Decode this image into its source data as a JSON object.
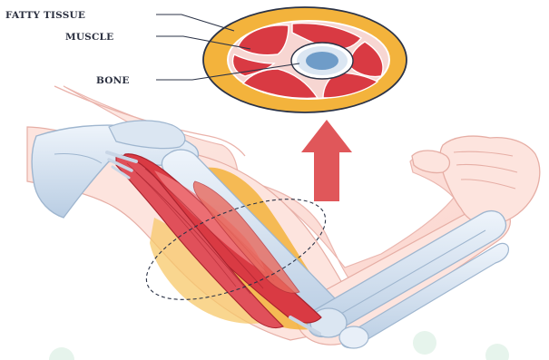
{
  "labels": {
    "fatty_tissue": "FATTY TISSUE",
    "muscle": "MUSCLE",
    "bone": "BONE"
  },
  "colors": {
    "fat": "#f3b33c",
    "muscle": "#d93a43",
    "muscle_light": "#f2a3a0",
    "bone": "#dbe6f2",
    "marrow": "#6f9cc8",
    "skin": "#fde2dc",
    "skin_outline": "#eab3ab",
    "arrow": "#e0575a",
    "outline": "#2b3347",
    "watermark": "#e6f4ec"
  }
}
